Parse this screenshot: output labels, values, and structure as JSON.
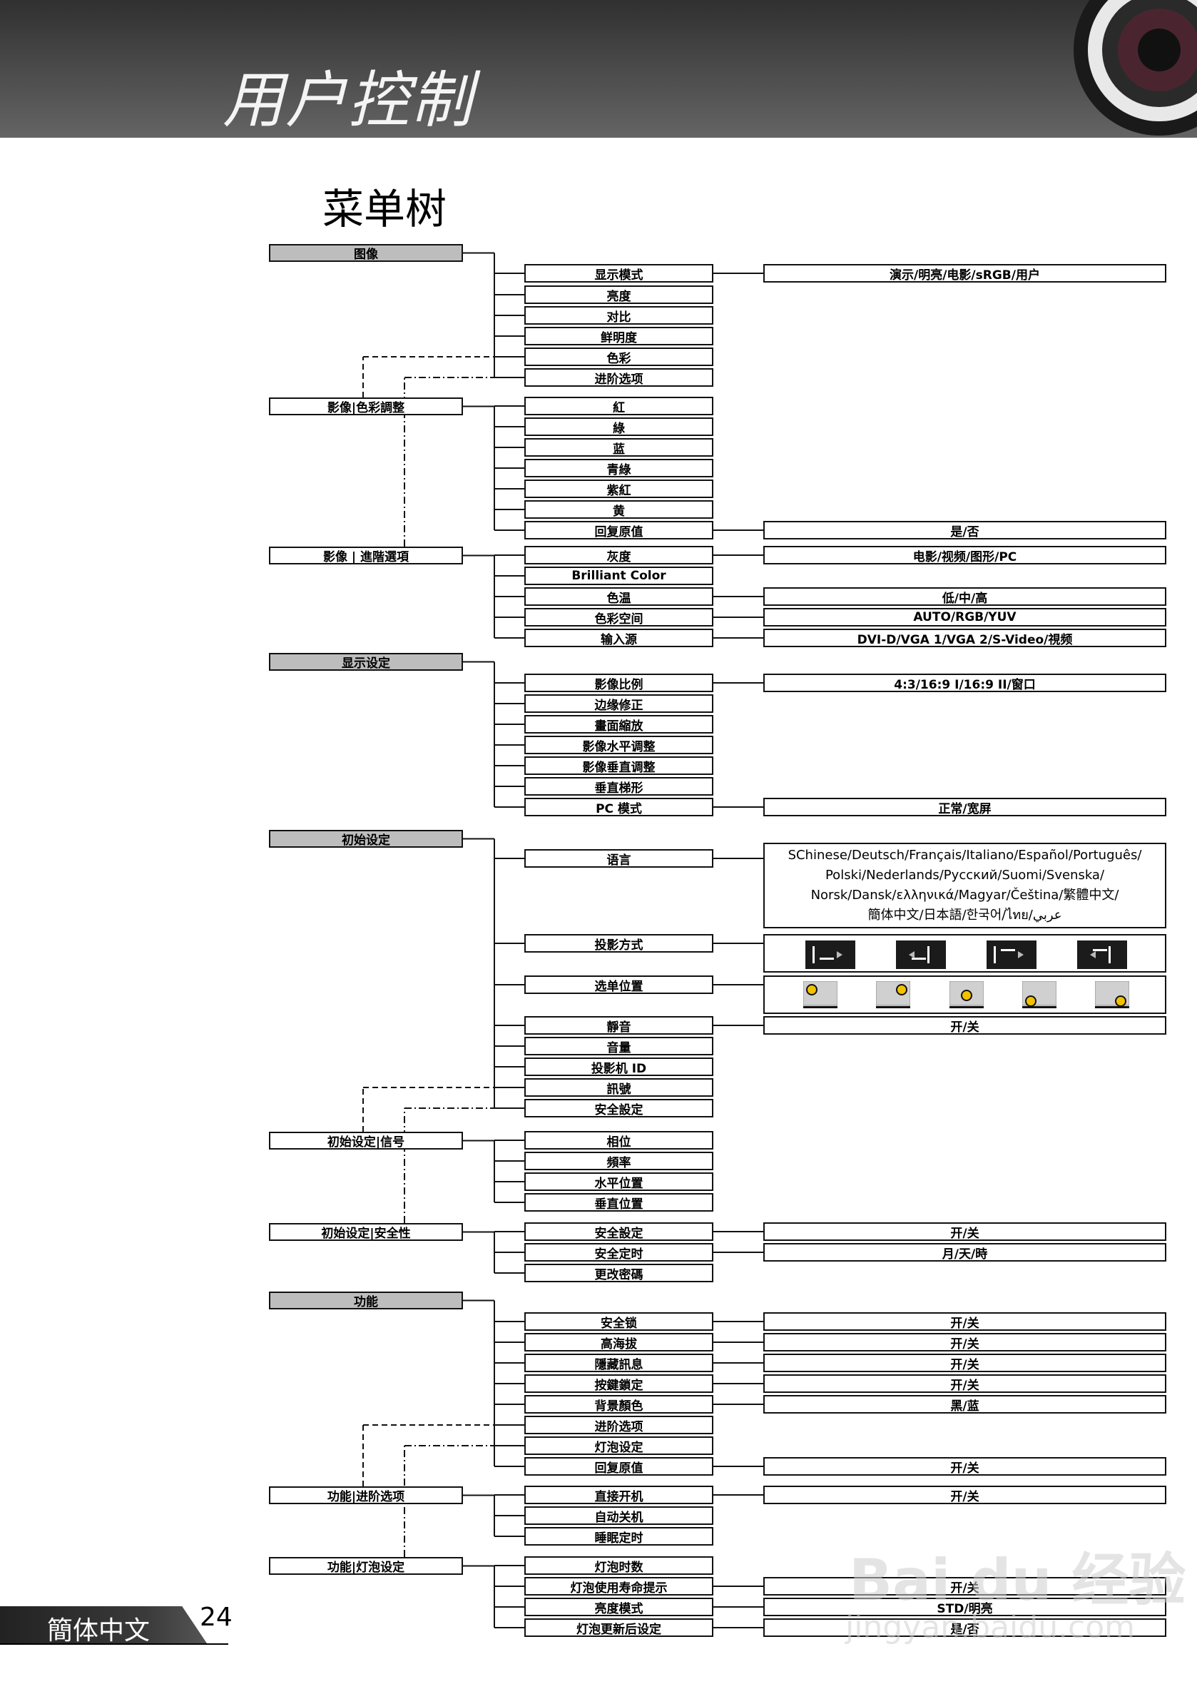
{
  "header": {
    "title": "用户控制"
  },
  "page_heading": "菜单树",
  "sections": [
    {
      "header": "图像",
      "children": [
        {
          "label": "显示模式",
          "option": "演示/明亮/电影/sRGB/用户"
        },
        {
          "label": "亮度"
        },
        {
          "label": "对比"
        },
        {
          "label": "鲜明度"
        },
        {
          "label": "色彩"
        },
        {
          "label": "进阶选项"
        }
      ]
    },
    {
      "header": "影像|色彩調整",
      "children": [
        {
          "label": "紅"
        },
        {
          "label": "綠"
        },
        {
          "label": "蓝"
        },
        {
          "label": "青綠"
        },
        {
          "label": "紫紅"
        },
        {
          "label": "黄"
        },
        {
          "label": "回复原值",
          "option": "是/否"
        }
      ]
    },
    {
      "header": "影像 | 進階選項",
      "children": [
        {
          "label": "灰度",
          "option": "电影/视频/图形/PC"
        },
        {
          "label": "Brilliant Color"
        },
        {
          "label": "色温",
          "option": "低/中/高"
        },
        {
          "label": "色彩空间",
          "option": "AUTO/RGB/YUV"
        },
        {
          "label": "输入源",
          "option": "DVI-D/VGA 1/VGA 2/S-Video/視频"
        }
      ]
    },
    {
      "header": "显示设定",
      "children": [
        {
          "label": "影像比例",
          "option": "4:3/16:9 I/16:9 II/窗口"
        },
        {
          "label": "边缘修正"
        },
        {
          "label": "畫面縮放"
        },
        {
          "label": "影像水平调整"
        },
        {
          "label": "影像垂直调整"
        },
        {
          "label": "垂直梯形"
        },
        {
          "label": "PC 模式",
          "option": "正常/宽屏"
        }
      ]
    },
    {
      "header": "初始设定",
      "children": [
        {
          "label": "语言",
          "option_lines": [
            "SChinese/Deutsch/Français/Italiano/Español/Português/",
            "Polski/Nederlands/Pусский/Suomi/Svenska/",
            "Norsk/Dansk/ελληνικά/Magyar/Čeština/繁體中文/",
            "簡体中文/日本語/한국어/ไทย/عربي"
          ]
        },
        {
          "label": "投影方式",
          "option_icons": [
            "front-desktop",
            "rear-desktop",
            "front-ceiling",
            "rear-ceiling"
          ]
        },
        {
          "label": "选单位置",
          "option_icons": [
            "top-left",
            "top-right",
            "center",
            "bottom-left",
            "bottom-right"
          ]
        },
        {
          "label": "靜音",
          "option": "开/关"
        },
        {
          "label": "音量"
        },
        {
          "label": "投影机 ID"
        },
        {
          "label": "訊號"
        },
        {
          "label": "安全設定"
        }
      ]
    },
    {
      "header": "初始设定|信号",
      "children": [
        {
          "label": "相位"
        },
        {
          "label": "頻率"
        },
        {
          "label": "水平位置"
        },
        {
          "label": "垂直位置"
        }
      ]
    },
    {
      "header": "初始设定|安全性",
      "children": [
        {
          "label": "安全設定",
          "option": "开/关"
        },
        {
          "label": "安全定时",
          "option": "月/天/時"
        },
        {
          "label": "更改密碼"
        }
      ]
    },
    {
      "header": "功能",
      "children": [
        {
          "label": "安全锁",
          "option": "开/关"
        },
        {
          "label": "高海拔",
          "option": "开/关"
        },
        {
          "label": "隱藏訊息",
          "option": "开/关"
        },
        {
          "label": "按鍵鎖定",
          "option": "开/关"
        },
        {
          "label": "背景顏色",
          "option": "黑/蓝"
        },
        {
          "label": "进阶选项"
        },
        {
          "label": "灯泡设定"
        },
        {
          "label": "回复原值",
          "option": "开/关"
        }
      ]
    },
    {
      "header": "功能|进阶选项",
      "children": [
        {
          "label": "直接开机",
          "option": "开/关"
        },
        {
          "label": "自动关机"
        },
        {
          "label": "睡眠定时"
        }
      ]
    },
    {
      "header": "功能|灯泡设定",
      "children": [
        {
          "label": "灯泡时数"
        },
        {
          "label": "灯泡使用寿命提示",
          "option": "开/关"
        },
        {
          "label": "亮度模式",
          "option": "STD/明亮"
        },
        {
          "label": "灯泡更新后设定",
          "option": "是/否"
        }
      ]
    }
  ],
  "footer": {
    "language": "簡体中文",
    "page_number": "24"
  },
  "watermark": {
    "logo_text": "Bai du 经验",
    "url_text": "jingyan.baidu.com"
  }
}
